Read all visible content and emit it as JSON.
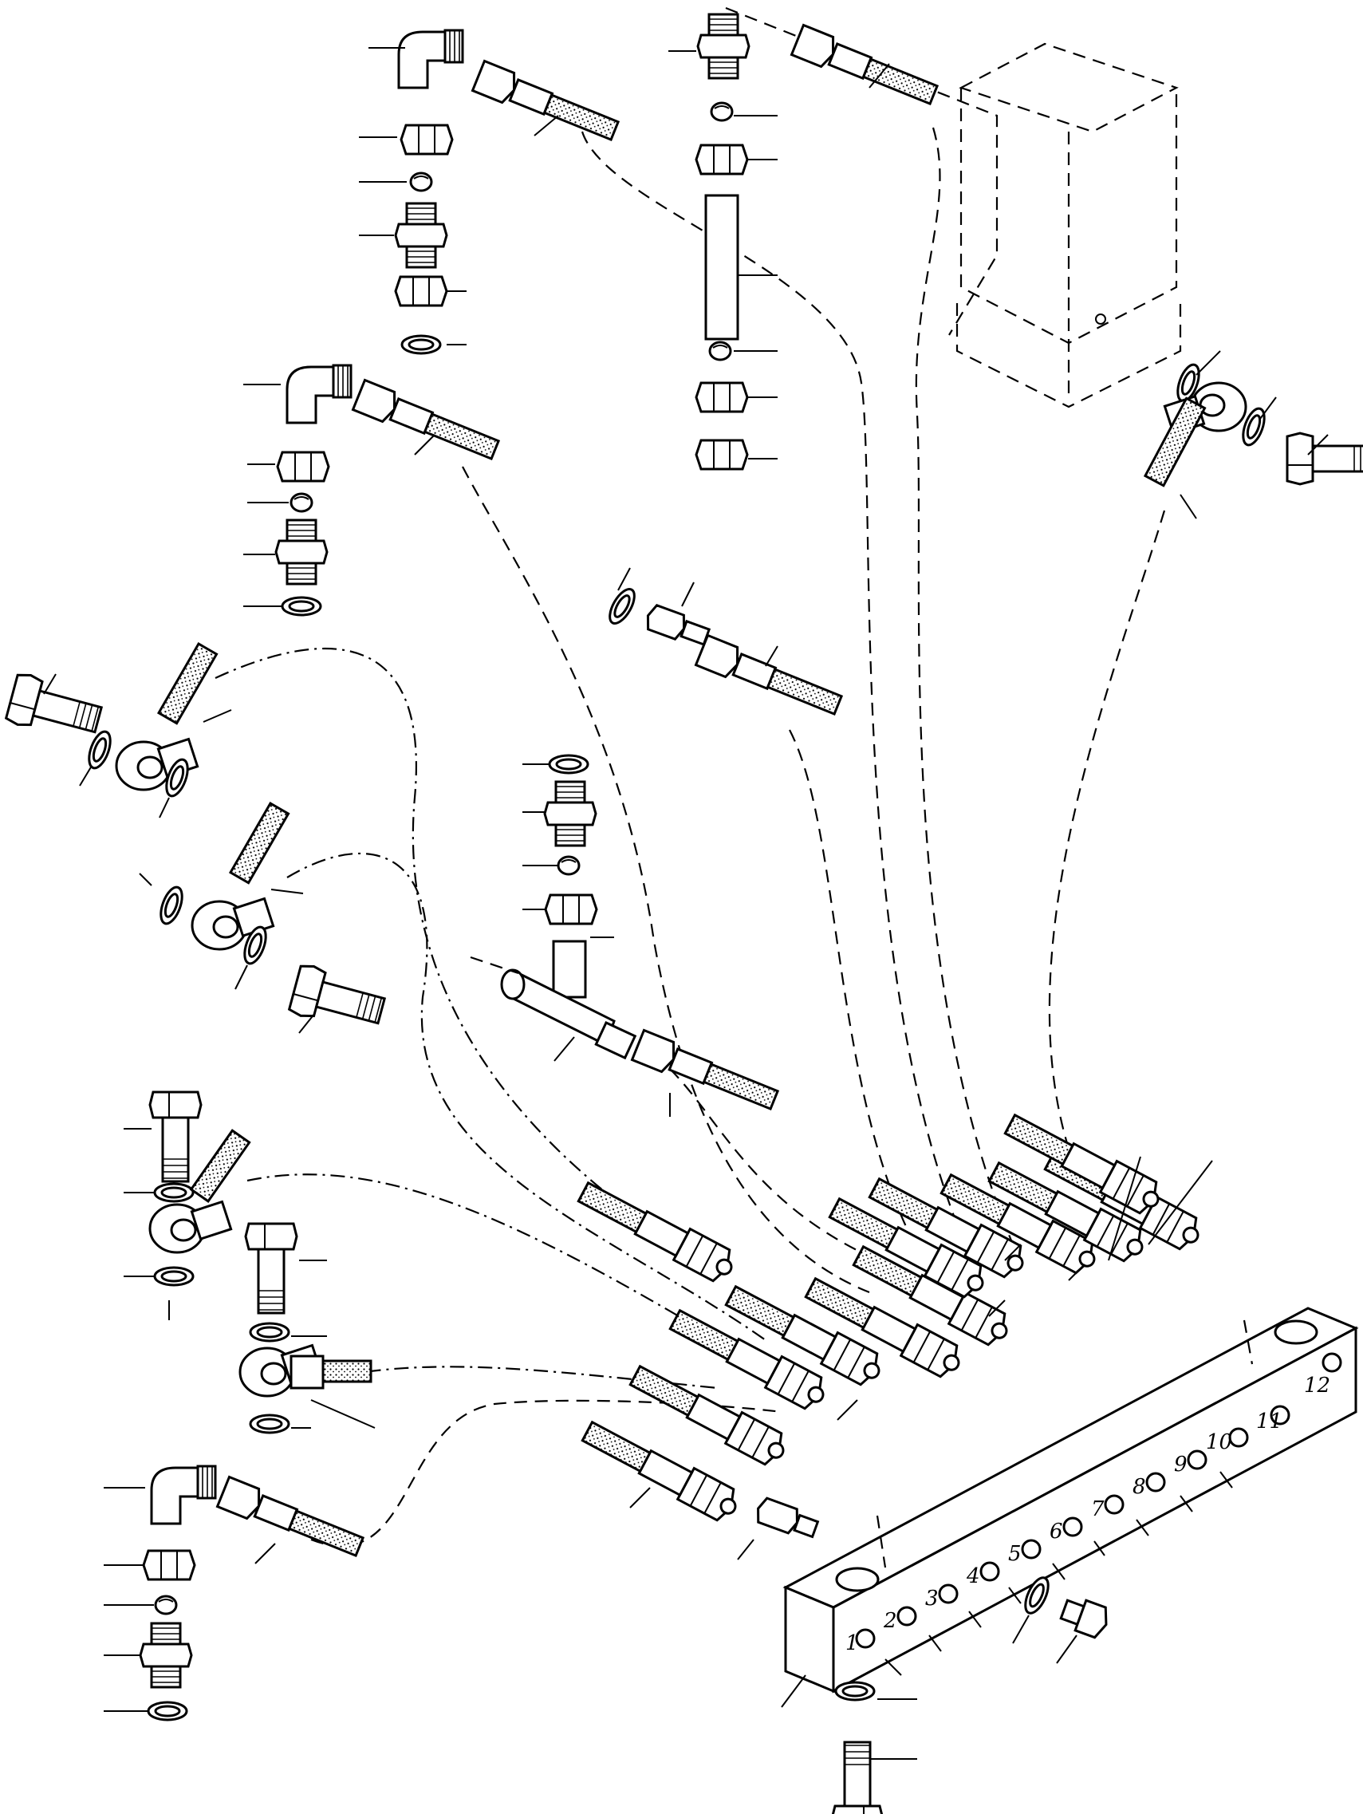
{
  "diagram": {
    "manifold_port_labels": [
      "1",
      "2",
      "3",
      "4",
      "5",
      "6",
      "7",
      "8",
      "9",
      "10",
      "11",
      "12"
    ]
  }
}
